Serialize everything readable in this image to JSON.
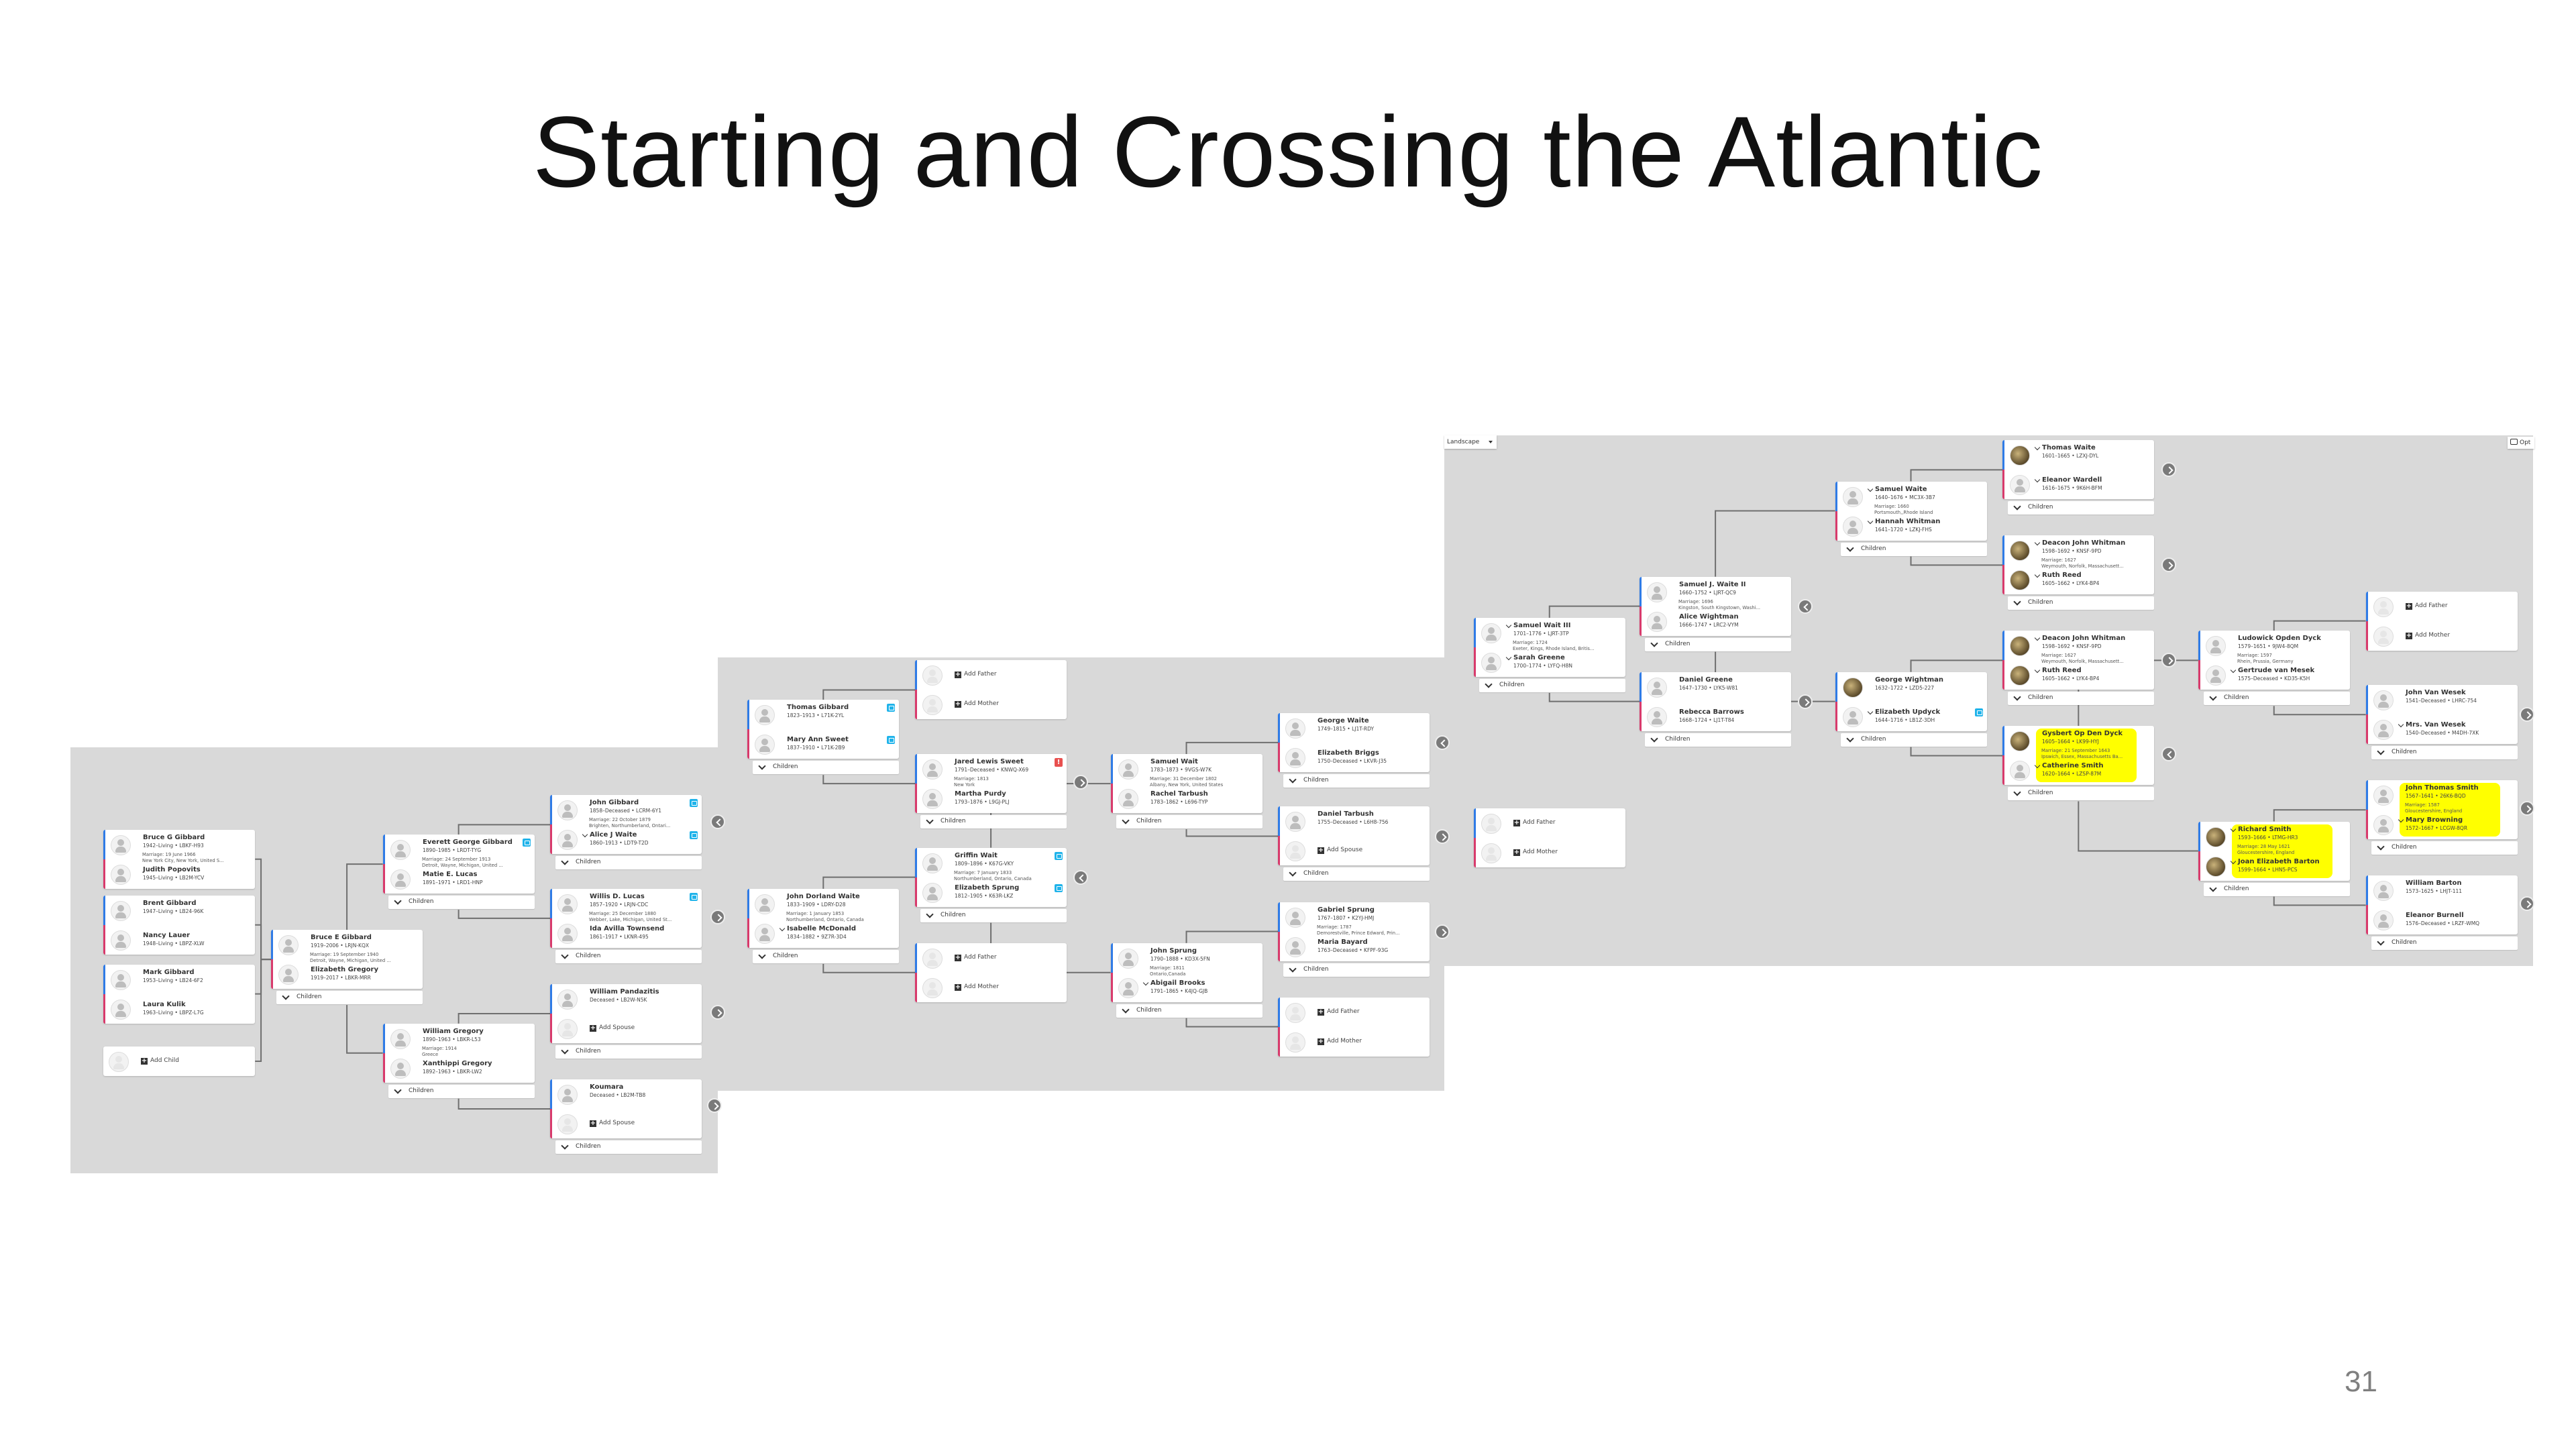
{
  "slide": {
    "title": "Starting and Crossing the Atlantic",
    "page_number": "31"
  },
  "toolbar": {
    "view_select": "Landscape",
    "options_button": "Opt"
  },
  "labels": {
    "children": "Children",
    "plus": "+"
  },
  "colors": {
    "panel_bg": "#d9d9d9",
    "father_bar": "#2f7be6",
    "mother_bar": "#d83a6c",
    "highlight": "#ffff00",
    "hint": "#1fb3ea",
    "warning": "#e8504f"
  },
  "cards": [
    {
      "father": {
        "name": "Bruce G Gibbard",
        "vitals": "1942–Living  •  LBKF-H93"
      },
      "marriage": [
        "Marriage: 19 June 1966",
        "New York City, New York, United S..."
      ],
      "mother": {
        "name": "Judith Popovits",
        "vitals": "1945–Living  •  LB2M-YCV"
      }
    },
    {
      "father": {
        "name": "Brent Gibbard",
        "vitals": "1947–Living  •  LB24-96K"
      },
      "mother": {
        "name": "Nancy Lauer",
        "vitals": "1948–Living  •  LBPZ-XLW"
      }
    },
    {
      "father": {
        "name": "Mark Gibbard",
        "vitals": "1953–Living  •  LB24-6F2"
      },
      "mother": {
        "name": "Laura Kulik",
        "vitals": "1963–Living  •  LBPZ-L7G"
      }
    },
    {
      "single": {
        "add": "Add Child"
      }
    },
    {
      "father": {
        "name": "Bruce E Gibbard",
        "vitals": "1919–2006  •  LRJN-KQX"
      },
      "marriage": [
        "Marriage: 19 September 1940",
        "Detroit, Wayne, Michigan, United ..."
      ],
      "mother": {
        "name": "Elizabeth Gregory",
        "vitals": "1919–2017  •  LBKR-MRR"
      },
      "children": true
    },
    {
      "father": {
        "name": "Everett George Gibbard",
        "vitals": "1890–1985  •  LRDT-TYG",
        "hint": true
      },
      "marriage": [
        "Marriage: 24 September 1913",
        "Detroit, Wayne, Michigan, United ..."
      ],
      "mother": {
        "name": "Matie E. Lucas",
        "vitals": "1891–1971  •  LRD1-HNP"
      },
      "children": true
    },
    {
      "father": {
        "name": "William Gregory",
        "vitals": "1890–1963  •  LBKR-L53"
      },
      "marriage": [
        "Marriage: 1914",
        "Greece"
      ],
      "mother": {
        "name": "Xanthippi Gregory",
        "vitals": "1892–1963  •  LBKR-LW2"
      },
      "children": true
    },
    {
      "father": {
        "name": "John Gibbard",
        "vitals": "1858–Deceased  •  LCRM-6Y1",
        "hint": true
      },
      "marriage": [
        "Marriage: 22 October 1879",
        "Brighten, Northumberland, Ontari..."
      ],
      "mother": {
        "name": "Alice J Waite",
        "vitals": "1860–1913  •  LDT9-T2D",
        "expand": true,
        "hint": true
      },
      "children": true
    },
    {
      "father": {
        "name": "Willis D. Lucas",
        "vitals": "1857–1920  •  LRJN-CDC",
        "hint": true
      },
      "marriage": [
        "Marriage: 25 December 1880",
        "Webber, Lake, Michigan, United St..."
      ],
      "mother": {
        "name": "Ida Avilla Townsend",
        "vitals": "1861–1917  •  LKNR-495"
      },
      "children": true
    },
    {
      "father": {
        "name": "William Pandazitis",
        "vitals": "Deceased  •  LB2W-N5K"
      },
      "mother": {
        "add": "Add Spouse"
      },
      "children": true
    },
    {
      "father": {
        "name": "Koumara",
        "vitals": "Deceased  •  LB2M-TB8"
      },
      "mother": {
        "add": "Add Spouse"
      },
      "children": true
    },
    {
      "father": {
        "name": "Thomas Gibbard",
        "vitals": "1823–1913  •  L71K-2YL",
        "hint": true
      },
      "mother": {
        "name": "Mary Ann Sweet",
        "vitals": "1837–1910  •  L71K-2B9",
        "hint": true
      },
      "children": true
    },
    {
      "father": {
        "add": "Add Father"
      },
      "mother": {
        "add": "Add Mother"
      }
    },
    {
      "father": {
        "name": "Jared Lewis Sweet",
        "vitals": "1791–Deceased  •  KNWQ-X69",
        "warn": true
      },
      "marriage": [
        "Marriage: 1813",
        "New York"
      ],
      "mother": {
        "name": "Martha Purdy",
        "vitals": "1793–1876  •  L9GJ-PLJ"
      },
      "children": true
    },
    {
      "father": {
        "name": "Griffin Wait",
        "vitals": "1809–1896  •  K67G-VKY",
        "hint": true
      },
      "marriage": [
        "Marriage: 7 January 1833",
        "Northumberland, Ontario, Canada"
      ],
      "mother": {
        "name": "Elizabeth Sprung",
        "vitals": "1812–1905  •  K63R-LKZ",
        "hint": true
      },
      "children": true
    },
    {
      "father": {
        "name": "John Dorland Waite",
        "vitals": "1833–1909  •  LDRY-D28"
      },
      "marriage": [
        "Marriage: 1 January 1853",
        "Northumberland, Ontario, Canada"
      ],
      "mother": {
        "name": "Isabelle McDonald",
        "vitals": "1834–1882  •  9Z7R-3D4",
        "expand": true
      },
      "children": true
    },
    {
      "father": {
        "add": "Add Father"
      },
      "mother": {
        "add": "Add Mother"
      }
    },
    {
      "father": {
        "name": "Samuel Wait",
        "vitals": "1783–1873  •  9VGS-W7K"
      },
      "marriage": [
        "Marriage: 31 December 1802",
        "Albany, New York, United States"
      ],
      "mother": {
        "name": "Rachel Tarbush",
        "vitals": "1783–1862  •  L696-TYP"
      },
      "children": true
    },
    {
      "father": {
        "name": "John Sprung",
        "vitals": "1790–1888  •  KD3X-5FN"
      },
      "marriage": [
        "Marriage: 1811",
        "Ontario,Canada"
      ],
      "mother": {
        "name": "Abigail Brooks",
        "vitals": "1791–1865  •  K4JQ-GJB",
        "expand": true
      },
      "children": true
    },
    {
      "father": {
        "name": "George Waite",
        "vitals": "1749–1815  •  LJ1T-RDY"
      },
      "mother": {
        "name": "Elizabeth Briggs",
        "vitals": "1750–Deceased  •  LKVR-J35"
      },
      "children": true
    },
    {
      "father": {
        "name": "Daniel Tarbush",
        "vitals": "1755–Deceased  •  L6H8-756"
      },
      "mother": {
        "add": "Add Spouse"
      },
      "children": true
    },
    {
      "father": {
        "name": "Gabriel Sprung",
        "vitals": "1767–1807  •  K2YJ-HMJ"
      },
      "marriage": [
        "Marriage: 1787",
        "Demorestville, Prince Edward, Prin..."
      ],
      "mother": {
        "name": "Maria Bayard",
        "vitals": "1763–Deceased  •  KFPF-93G"
      },
      "children": true
    },
    {
      "father": {
        "add": "Add Father"
      },
      "mother": {
        "add": "Add Mother"
      }
    },
    {
      "father": {
        "name": "Samuel Wait III",
        "vitals": "1701–1776  •  LJRT-3TP",
        "expand": true
      },
      "marriage": [
        "Marriage: 1724",
        "Exeter, Kings, Rhode Island, Britis..."
      ],
      "mother": {
        "name": "Sarah Greene",
        "vitals": "1700–1774  •  LYFQ-H8N",
        "expand": true
      },
      "children": true
    },
    {
      "father": {
        "name": "Samuel J. Waite II",
        "vitals": "1660–1752  •  LJRT-QC9"
      },
      "marriage": [
        "Marriage: 1696",
        "Kingston, South Kingstown, Washi..."
      ],
      "mother": {
        "name": "Alice Wightman",
        "vitals": "1666–1747  •  LRC2-VYM"
      },
      "children": true
    },
    {
      "father": {
        "name": "Daniel Greene",
        "vitals": "1647–1730  •  LYK5-W81"
      },
      "mother": {
        "name": "Rebecca Barrows",
        "vitals": "1668–1724  •  LJ1T-T84"
      },
      "children": true
    },
    {
      "father": {
        "add": "Add Father"
      },
      "mother": {
        "add": "Add Mother"
      }
    },
    {
      "father": {
        "name": "Samuel Waite",
        "vitals": "1640–1676  •  MC3X-3B7",
        "expand": true
      },
      "marriage": [
        "Marriage: 1660",
        "Portsmouth,,Rhode Island"
      ],
      "mother": {
        "name": "Hannah Whitman",
        "vitals": "1641–1720  •  LZKJ-FHS",
        "expand": true
      },
      "children": true
    },
    {
      "father": {
        "name": "George Wightman",
        "vitals": "1632–1722  •  LZD5-227",
        "photo": true
      },
      "mother": {
        "name": "Elizabeth Updyck",
        "vitals": "1644–1716  •  LB1Z-3DH",
        "expand": true,
        "hint": true
      },
      "children": true
    },
    {
      "father": {
        "name": "Thomas Waite",
        "vitals": "1601–1665  •  LZXJ-DYL",
        "expand": true,
        "photo": true
      },
      "mother": {
        "name": "Eleanor Wardell",
        "vitals": "1616–1675  •  9K6H-BFM",
        "expand": true
      },
      "children": true
    },
    {
      "father": {
        "name": "Deacon John Whitman",
        "vitals": "1598–1692  •  KNSF-9PD",
        "expand": true,
        "photo": true
      },
      "marriage": [
        "Marriage: 1627",
        "Weymouth, Norfolk, Massachusett..."
      ],
      "mother": {
        "name": "Ruth Reed",
        "vitals": "1605–1662  •  LYK4-BP4",
        "expand": true,
        "photo": true
      },
      "children": true
    },
    {
      "father": {
        "name": "Deacon John Whitman",
        "vitals": "1598–1692  •  KNSF-9PD",
        "expand": true,
        "photo": true
      },
      "marriage": [
        "Marriage: 1627",
        "Weymouth, Norfolk, Massachusett..."
      ],
      "mother": {
        "name": "Ruth Reed",
        "vitals": "1605–1662  •  LYK4-BP4",
        "expand": true,
        "photo": true
      },
      "children": true
    },
    {
      "father": {
        "name": "Gysbert Op Den Dyck",
        "vitals": "1605–1664  •  LK99-HYJ",
        "photo": true
      },
      "marriage": [
        "Marriage: 21 September 1643",
        "Ipswich, Essex, Massachusetts Ba..."
      ],
      "mother": {
        "name": "Catherine Smith",
        "vitals": "1620–1664  •  LZSP-87M",
        "expand": true
      },
      "children": true,
      "highlight": true
    },
    {
      "father": {
        "name": "Ludowick Opden Dyck",
        "vitals": "1579–1651  •  9JW4-8QM"
      },
      "marriage": [
        "Marriage: 1597",
        "Rhein, Prussia, Germany"
      ],
      "mother": {
        "name": "Gertrude van Mesek",
        "vitals": "1575–Deceased  •  KD35-K5H",
        "expand": true
      },
      "children": true
    },
    {
      "father": {
        "name": "Richard Smith",
        "vitals": "1593–1666  •  LTMG-HR3",
        "expand": true,
        "photo": true
      },
      "marriage": [
        "Marriage: 28 May 1621",
        "Gloucestershire, England"
      ],
      "mother": {
        "name": "Joan Elizabeth Barton",
        "vitals": "1599–1664  •  LHN5-PCS",
        "expand": true,
        "photo": true
      },
      "children": true,
      "highlight": true
    },
    {
      "father": {
        "add": "Add Father"
      },
      "mother": {
        "add": "Add Mother"
      }
    },
    {
      "father": {
        "name": "John Van Wesek",
        "vitals": "1541–Deceased  •  LHRC-754"
      },
      "mother": {
        "name": "Mrs. Van Wesek",
        "vitals": "1540–Deceased  •  M4DH-7XK",
        "expand": true
      },
      "children": true
    },
    {
      "father": {
        "name": "John Thomas Smith",
        "vitals": "1567–1641  •  26K6-BQD"
      },
      "marriage": [
        "Marriage: 1587",
        "Gloucestershire, England"
      ],
      "mother": {
        "name": "Mary Browning",
        "vitals": "1572–1667  •  LCGW-8QR",
        "expand": true
      },
      "children": true,
      "highlight": true
    },
    {
      "father": {
        "name": "William Barton",
        "vitals": "1573–1625  •  LHJT-111"
      },
      "mother": {
        "name": "Eleanor Burnell",
        "vitals": "1576–Deceased  •  LRZF-WMQ"
      },
      "children": true
    }
  ]
}
